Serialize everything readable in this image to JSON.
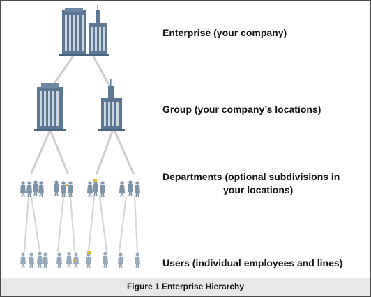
{
  "levels": [
    {
      "id": "enterprise",
      "label": "Enterprise (your company)"
    },
    {
      "id": "group",
      "label": "Group (your company’s locations)"
    },
    {
      "id": "departments",
      "label_line1": "Departments (optional subdivisions in",
      "label_line2": "your locations)"
    },
    {
      "id": "users",
      "label": "Users (individual employees and lines)"
    }
  ],
  "caption": "Figure 1 Enterprise Hierarchy",
  "colors": {
    "building": "#5b7793",
    "building_light": "#8aa3ba",
    "person": "#7d93a8",
    "person_faint": "#a9b8c6",
    "accent": "#e0b838",
    "line": "#c9c9c9"
  }
}
